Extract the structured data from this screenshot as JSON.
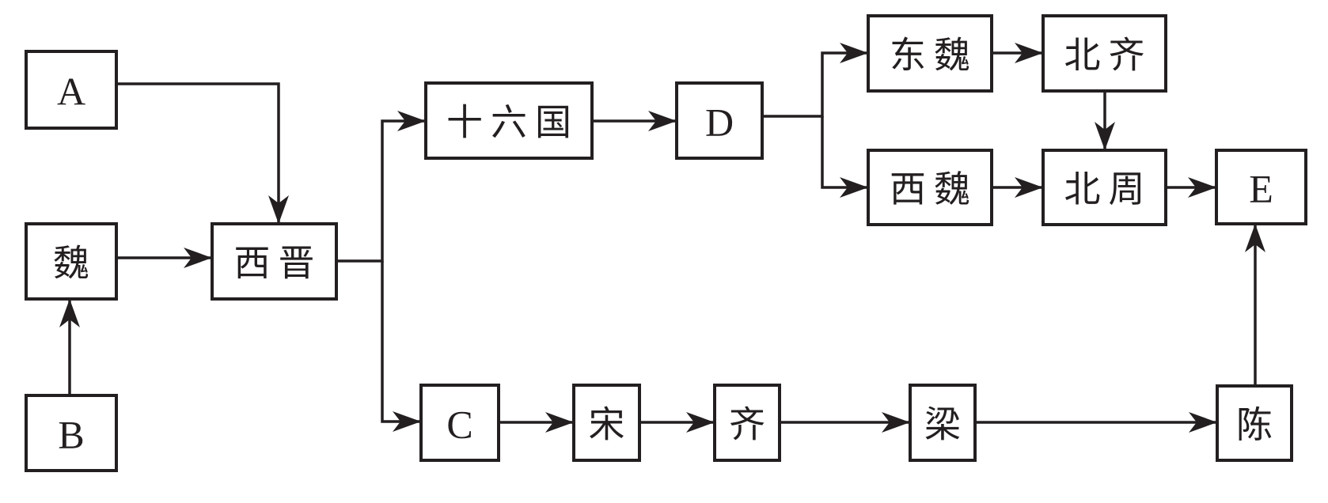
{
  "diagram": {
    "title": "",
    "type": "dynasty-succession-flowchart",
    "colors": {
      "stroke": "#231f20",
      "fill": "#ffffff",
      "text": "#231f20"
    },
    "nodes": [
      {
        "id": "A",
        "label": "A"
      },
      {
        "id": "wei",
        "label": "魏"
      },
      {
        "id": "B",
        "label": "B"
      },
      {
        "id": "xijin",
        "label": "西晋"
      },
      {
        "id": "shiliuguo",
        "label": "十六国"
      },
      {
        "id": "D",
        "label": "D"
      },
      {
        "id": "dongwei",
        "label": "东魏"
      },
      {
        "id": "beiqi",
        "label": "北齐"
      },
      {
        "id": "xiwei",
        "label": "西魏"
      },
      {
        "id": "beizhou",
        "label": "北周"
      },
      {
        "id": "E",
        "label": "E"
      },
      {
        "id": "C",
        "label": "C"
      },
      {
        "id": "song",
        "label": "宋"
      },
      {
        "id": "qi",
        "label": "齐"
      },
      {
        "id": "liang",
        "label": "梁"
      },
      {
        "id": "chen",
        "label": "陈"
      }
    ],
    "edges": [
      {
        "from": "A",
        "to": "xijin"
      },
      {
        "from": "wei",
        "to": "xijin"
      },
      {
        "from": "B",
        "to": "wei"
      },
      {
        "from": "xijin",
        "to": "shiliuguo"
      },
      {
        "from": "xijin",
        "to": "C"
      },
      {
        "from": "shiliuguo",
        "to": "D"
      },
      {
        "from": "D",
        "to": "dongwei"
      },
      {
        "from": "D",
        "to": "xiwei"
      },
      {
        "from": "dongwei",
        "to": "beiqi"
      },
      {
        "from": "beiqi",
        "to": "beizhou"
      },
      {
        "from": "xiwei",
        "to": "beizhou"
      },
      {
        "from": "beizhou",
        "to": "E"
      },
      {
        "from": "C",
        "to": "song"
      },
      {
        "from": "song",
        "to": "qi"
      },
      {
        "from": "qi",
        "to": "liang"
      },
      {
        "from": "liang",
        "to": "chen"
      },
      {
        "from": "chen",
        "to": "E"
      }
    ]
  }
}
